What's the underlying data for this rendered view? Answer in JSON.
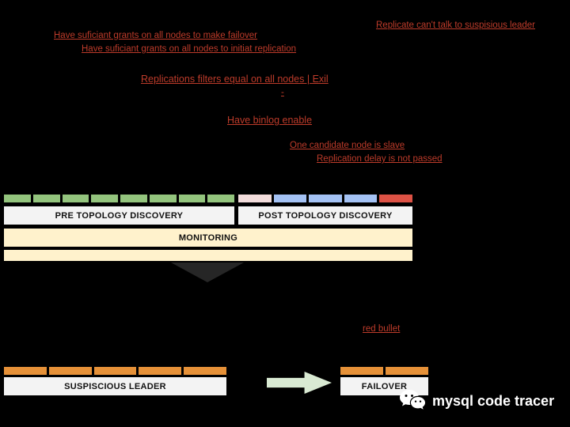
{
  "annotations": {
    "grants_failover": "Have suficiant grants on all nodes to make failover",
    "grants_replication": "Have suficiant grants on all nodes to initiat replication ",
    "replicate_cant_talk": "Replicate can't talk to suspisious leader",
    "replication_filters": "Replications filters equal on all nodes | Exil",
    "dash": "-",
    "binlog_enable": "Have binlog enable",
    "candidate_slave": "One candidate node is slave",
    "replication_delay": "Replication delay is not passed",
    "red_bullet": "red bullet"
  },
  "phases": {
    "pre_topology": "PRE TOPOLOGY DISCOVERY",
    "post_topology": "POST TOPOLOGY DISCOVERY",
    "monitoring": "MONITORING",
    "suspicious_leader": "SUSPISCIOUS LEADER",
    "failover": "FAILOVER"
  },
  "bars": {
    "colors": {
      "green": "#93c47d",
      "pink": "#f2dcdb",
      "blue": "#a4c2f4",
      "red": "#dd5245",
      "orange": "#e69138"
    },
    "pre_segments": [
      "green",
      "green",
      "green",
      "green",
      "green",
      "green",
      "green",
      "green"
    ],
    "post_segments": [
      "pink",
      "blue",
      "blue",
      "blue",
      "red"
    ],
    "leader_segments": [
      "orange",
      "orange",
      "orange",
      "orange",
      "orange"
    ],
    "failover_segments": [
      "orange",
      "orange"
    ]
  },
  "watermark": {
    "text": "mysql code tracer",
    "icon": "wechat-logo"
  },
  "colors": {
    "background": "#000000",
    "annotation_red": "#bd3b2a",
    "box_gray": "#f3f3f3",
    "box_cream": "#fff2cc",
    "arrow_green": "#d9ead3"
  }
}
